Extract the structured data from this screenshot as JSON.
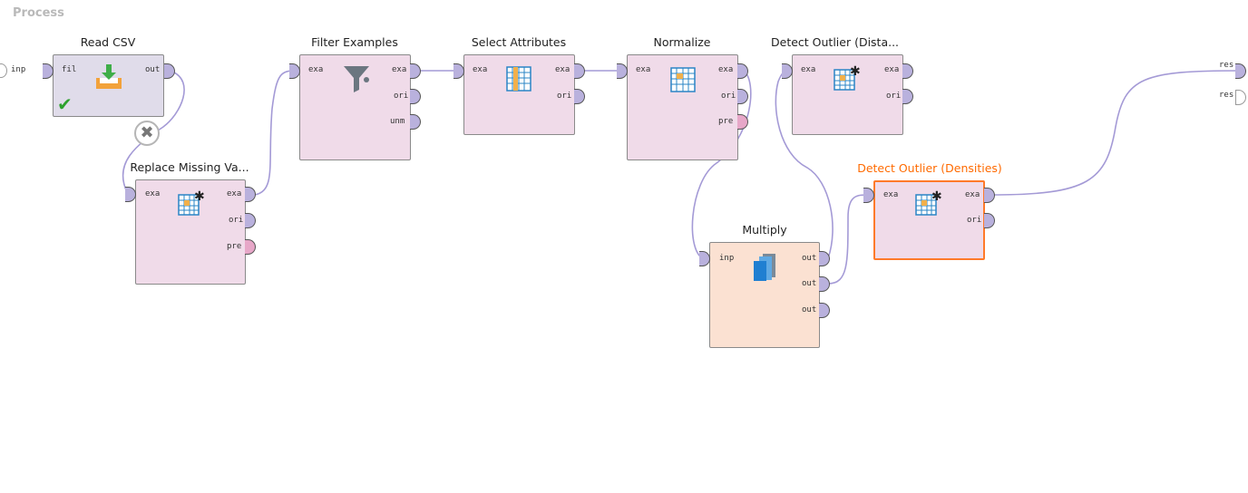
{
  "panel": {
    "title": "Process"
  },
  "process_ports": {
    "input": "inp",
    "results": [
      "res",
      "res"
    ]
  },
  "operators": {
    "read_csv": {
      "title": "Read CSV",
      "in_ports": [
        "fil"
      ],
      "out_ports": [
        "out"
      ],
      "status": "success"
    },
    "replace_missing": {
      "title": "Replace Missing Va...",
      "in_ports": [
        "exa"
      ],
      "out_ports": [
        "exa",
        "ori",
        "pre"
      ]
    },
    "filter_examples": {
      "title": "Filter Examples",
      "in_ports": [
        "exa"
      ],
      "out_ports": [
        "exa",
        "ori",
        "unm"
      ]
    },
    "select_attributes": {
      "title": "Select Attributes",
      "in_ports": [
        "exa"
      ],
      "out_ports": [
        "exa",
        "ori"
      ]
    },
    "normalize": {
      "title": "Normalize",
      "in_ports": [
        "exa"
      ],
      "out_ports": [
        "exa",
        "ori",
        "pre"
      ]
    },
    "detect_outlier_distances": {
      "title": "Detect Outlier (Dista...",
      "in_ports": [
        "exa"
      ],
      "out_ports": [
        "exa",
        "ori"
      ]
    },
    "detect_outlier_densities": {
      "title": "Detect Outlier (Densities)",
      "in_ports": [
        "exa"
      ],
      "out_ports": [
        "exa",
        "ori"
      ],
      "selected": true
    },
    "multiply": {
      "title": "Multiply",
      "in_ports": [
        "inp"
      ],
      "out_ports": [
        "out",
        "out",
        "out"
      ]
    }
  },
  "colors": {
    "operator_bg": "#f0dbe9",
    "readcsv_bg": "#e0dcea",
    "multiply_bg": "#fbe1d2",
    "selected_accent": "#ff6a00",
    "wire": "#a49ad6",
    "port_data": "#b9b1dd",
    "port_model": "#e7a7c8"
  },
  "icons": {
    "read_csv": "download-tray-icon",
    "replace_missing": "table-asterisk-icon",
    "filter_examples": "funnel-icon",
    "select_attributes": "table-column-icon",
    "normalize": "table-icon",
    "detect_outlier": "table-asterisk-icon",
    "multiply": "multiply-stack-icon",
    "error_badge": "error-x-icon",
    "status": "checkmark-icon"
  }
}
